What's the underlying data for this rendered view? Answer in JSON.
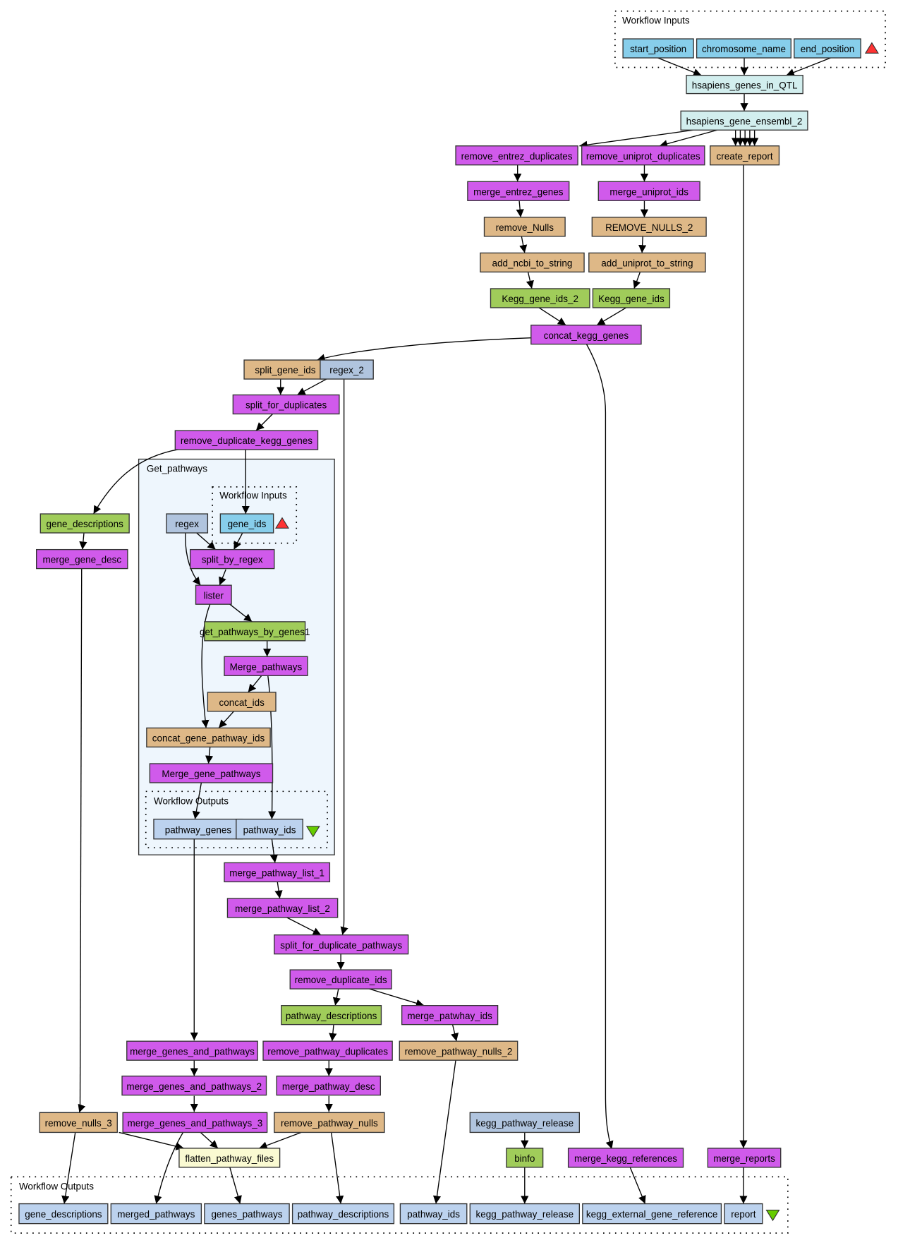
{
  "colors": {
    "processor": "#d05aeb",
    "beanshell": "#deb887",
    "wsdl": "#a0cc5a",
    "constant": "#b0c4de",
    "input": "#87ceeb",
    "output": "#bcd2ee",
    "biomart": "#d2eeee",
    "flatten": "#fafad2",
    "input_marker": "#ff3333",
    "output_marker": "#66cc00",
    "subworkflow_bg": "#eef6fd"
  },
  "clusters": {
    "top_inputs": "Workflow Inputs",
    "get_pathways": "Get_pathways",
    "sub_inputs": "Workflow Inputs",
    "sub_outputs": "Workflow Outputs",
    "bottom_outputs": "Workflow Outputs"
  },
  "nodes": {
    "start_position": "start_position",
    "chromosome_name": "chromosome_name",
    "end_position": "end_position",
    "hsapiens_genes_in_QTL": "hsapiens_genes_in_QTL",
    "hsapiens_gene_ensembl_2": "hsapiens_gene_ensembl_2",
    "remove_entrez_duplicates": "remove_entrez_duplicates",
    "remove_uniprot_duplicates": "remove_uniprot_duplicates",
    "create_report": "create_report",
    "merge_entrez_genes": "merge_entrez_genes",
    "merge_uniprot_ids": "merge_uniprot_ids",
    "remove_Nulls": "remove_Nulls",
    "REMOVE_NULLS_2": "REMOVE_NULLS_2",
    "add_ncbi_to_string": "add_ncbi_to_string",
    "add_uniprot_to_string": "add_uniprot_to_string",
    "Kegg_gene_ids_2": "Kegg_gene_ids_2",
    "Kegg_gene_ids": "Kegg_gene_ids",
    "concat_kegg_genes": "concat_kegg_genes",
    "split_gene_ids": "split_gene_ids",
    "regex_2": "regex_2",
    "split_for_duplicates": "split_for_duplicates",
    "remove_duplicate_kegg_genes": "remove_duplicate_kegg_genes",
    "gene_descriptions": "gene_descriptions",
    "merge_gene_desc": "merge_gene_desc",
    "regex": "regex",
    "gene_ids": "gene_ids",
    "split_by_regex": "split_by_regex",
    "lister": "lister",
    "get_pathways_by_genes1": "get_pathways_by_genes1",
    "Merge_pathways": "Merge_pathways",
    "concat_ids": "concat_ids",
    "concat_gene_pathway_ids": "concat_gene_pathway_ids",
    "Merge_gene_pathways": "Merge_gene_pathways",
    "sub_pathway_genes": "pathway_genes",
    "sub_pathway_ids": "pathway_ids",
    "merge_pathway_list_1": "merge_pathway_list_1",
    "merge_pathway_list_2": "merge_pathway_list_2",
    "split_for_duplicate_pathways": "split_for_duplicate_pathways",
    "remove_duplicate_ids": "remove_duplicate_ids",
    "pathway_descriptions": "pathway_descriptions",
    "merge_patwhay_ids": "merge_patwhay_ids",
    "merge_genes_and_pathways": "merge_genes_and_pathways",
    "remove_pathway_duplicates": "remove_pathway_duplicates",
    "remove_pathway_nulls_2": "remove_pathway_nulls_2",
    "merge_genes_and_pathways_2": "merge_genes_and_pathways_2",
    "merge_pathway_desc": "merge_pathway_desc",
    "remove_nulls_3": "remove_nulls_3",
    "merge_genes_and_pathways_3": "merge_genes_and_pathways_3",
    "remove_pathway_nulls": "remove_pathway_nulls",
    "kegg_pathway_release": "kegg_pathway_release",
    "binfo": "binfo",
    "merge_kegg_references": "merge_kegg_references",
    "merge_reports": "merge_reports",
    "flatten_pathway_files": "flatten_pathway_files",
    "out_gene_descriptions": "gene_descriptions",
    "out_merged_pathways": "merged_pathways",
    "out_genes_pathways": "genes_pathways",
    "out_pathway_descriptions": "pathway_descriptions",
    "out_pathway_ids": "pathway_ids",
    "out_kegg_pathway_release": "kegg_pathway_release",
    "out_kegg_external_gene_reference": "kegg_external_gene_reference",
    "out_report": "report"
  }
}
